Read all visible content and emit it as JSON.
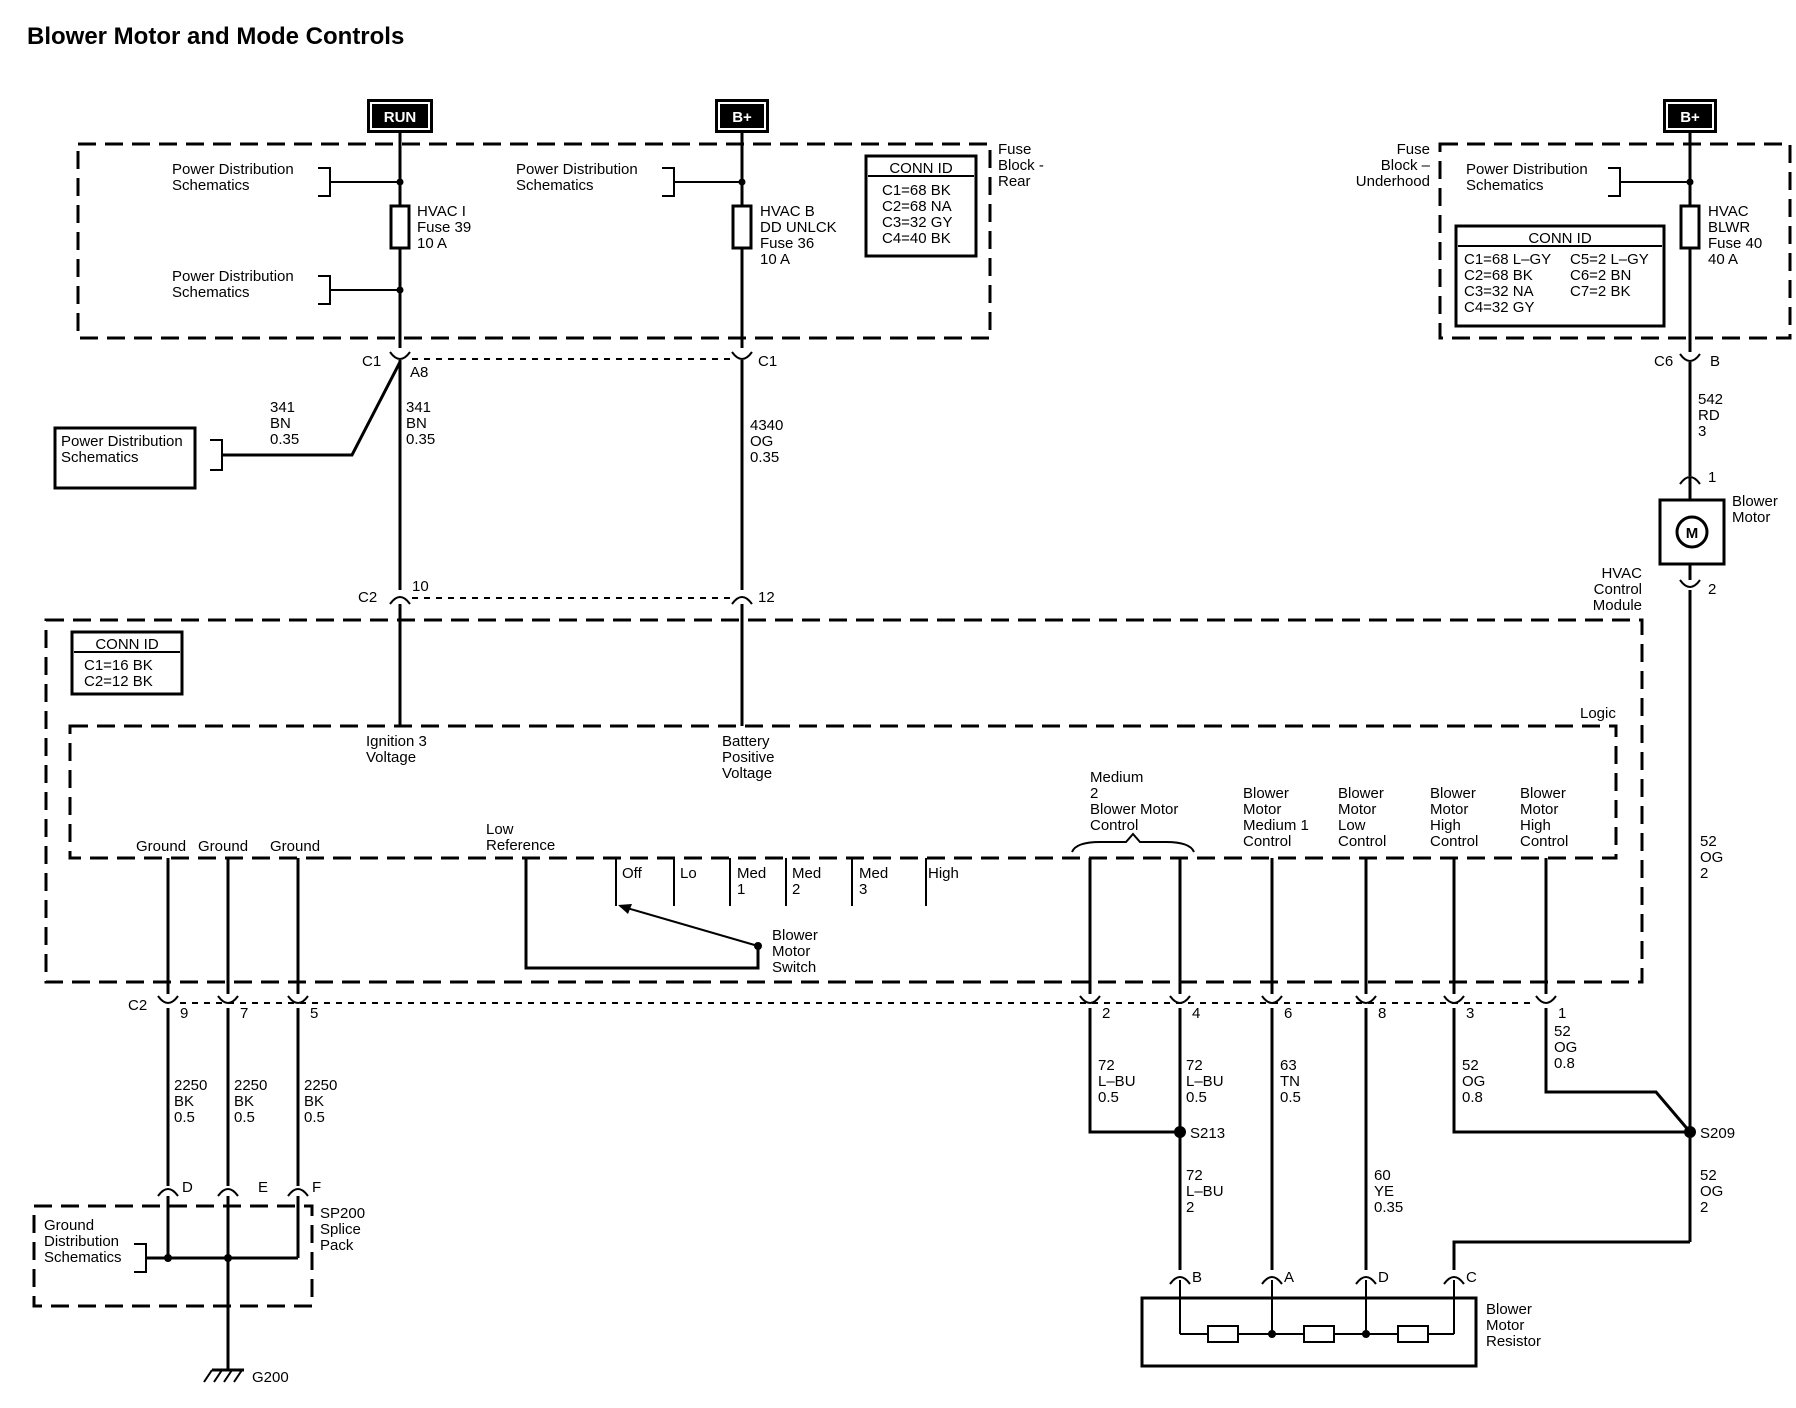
{
  "title": "Blower Motor and Mode Controls",
  "power_tags": {
    "run": "RUN",
    "bplus_rear": "B+",
    "bplus_underhood": "B+"
  },
  "fuse_block_rear": {
    "name": [
      "Fuse",
      "Block -",
      "Rear"
    ],
    "pds_top_left": [
      "Power Distribution",
      "Schematics"
    ],
    "pds_mid_left": [
      "Power Distribution",
      "Schematics"
    ],
    "pds_top_center": [
      "Power Distribution",
      "Schematics"
    ],
    "fuse_hvac_i": [
      "HVAC I",
      "Fuse 39",
      "10 A"
    ],
    "fuse_hvac_b": [
      "HVAC B",
      "DD UNLCK",
      "Fuse 36",
      "10 A"
    ],
    "conn_id_title": "CONN ID",
    "conn_id": [
      "C1=68 BK",
      "C2=68 NA",
      "C3=32 GY",
      "C4=40 BK"
    ]
  },
  "fuse_block_underhood": {
    "name": [
      "Fuse",
      "Block –",
      "Underhood"
    ],
    "pds": [
      "Power Distribution",
      "Schematics"
    ],
    "fuse": [
      "HVAC",
      "BLWR",
      "Fuse 40",
      "40 A"
    ],
    "conn_id_title": "CONN ID",
    "conn_id_left": [
      "C1=68 L–GY",
      "C2=68  BK",
      "C3=32 NA",
      "C4=32 GY"
    ],
    "conn_id_right": [
      "C5=2 L–GY",
      "C6=2 BN",
      "C7=2 BK"
    ]
  },
  "connectors": {
    "c1": "C1",
    "a8": "A8",
    "c1_right": "C1",
    "c2": "C2",
    "c2_pin10": "10",
    "c2_pin12": "12",
    "c6": "C6",
    "c6_pin": "B",
    "motor_pin1": "1",
    "motor_pin2": "2",
    "c2_bottom": "C2",
    "bottom_pins": [
      "9",
      "7",
      "5",
      "2",
      "4",
      "6",
      "8",
      "3",
      "1"
    ],
    "splice_pins": [
      "D",
      "E",
      "F"
    ],
    "resistor_pins": [
      "B",
      "A",
      "D",
      "C"
    ]
  },
  "wires": {
    "w341_side": [
      "341",
      "BN",
      "0.35"
    ],
    "w341": [
      "341",
      "BN",
      "0.35"
    ],
    "w4340": [
      "4340",
      "OG",
      "0.35"
    ],
    "w542": [
      "542",
      "RD",
      "3"
    ],
    "w52_right": [
      "52",
      "OG",
      "2"
    ],
    "w2250_a": [
      "2250",
      "BK",
      "0.5"
    ],
    "w2250_b": [
      "2250",
      "BK",
      "0.5"
    ],
    "w2250_c": [
      "2250",
      "BK",
      "0.5"
    ],
    "w72_a": [
      "72",
      "L–BU",
      "0.5"
    ],
    "w72_b": [
      "72",
      "L–BU",
      "0.5"
    ],
    "w63": [
      "63",
      "TN",
      "0.5"
    ],
    "w52_a": [
      "52",
      "OG",
      "0.8"
    ],
    "w52_b": [
      "52",
      "OG",
      "0.8"
    ],
    "w72_c": [
      "72",
      "L–BU",
      "2"
    ],
    "w60": [
      "60",
      "YE",
      "0.35"
    ],
    "w52_c": [
      "52",
      "OG",
      "2"
    ]
  },
  "pds_left_box": [
    "Power Distribution",
    "Schematics"
  ],
  "hvac_module": {
    "name": [
      "HVAC",
      "Control",
      "Module"
    ],
    "conn_id_title": "CONN ID",
    "conn_id": [
      "C1=16 BK",
      "C2=12 BK"
    ],
    "logic": "Logic",
    "ignition": [
      "Ignition 3",
      "Voltage"
    ],
    "battery": [
      "Battery",
      "Positive",
      "Voltage"
    ],
    "grounds": [
      "Ground",
      "Ground",
      "Ground"
    ],
    "low_ref": [
      "Low",
      "Reference"
    ],
    "switch_positions": [
      [
        "Off"
      ],
      [
        "Lo"
      ],
      [
        "Med",
        "1"
      ],
      [
        "Med",
        "2"
      ],
      [
        "Med",
        "3"
      ],
      [
        "High"
      ]
    ],
    "switch_name": [
      "Blower",
      "Motor",
      "Switch"
    ],
    "med2": [
      "Medium",
      "2",
      "Blower Motor",
      "Control"
    ],
    "med1": [
      "Blower",
      "Motor",
      "Medium 1",
      "Control"
    ],
    "low_ctrl": [
      "Blower",
      "Motor",
      "Low",
      "Control"
    ],
    "high_a": [
      "Blower",
      "Motor",
      "High",
      "Control"
    ],
    "high_b": [
      "Blower",
      "Motor",
      "High",
      "Control"
    ]
  },
  "blower_motor": {
    "symbol": "M",
    "name": [
      "Blower",
      "Motor"
    ]
  },
  "splices": {
    "s213": "S213",
    "s209": "S209"
  },
  "splice_pack": {
    "name": [
      "SP200",
      "Splice",
      "Pack"
    ],
    "gds": [
      "Ground",
      "Distribution",
      "Schematics"
    ]
  },
  "ground": "G200",
  "resistor": {
    "name": [
      "Blower",
      "Motor",
      "Resistor"
    ]
  }
}
